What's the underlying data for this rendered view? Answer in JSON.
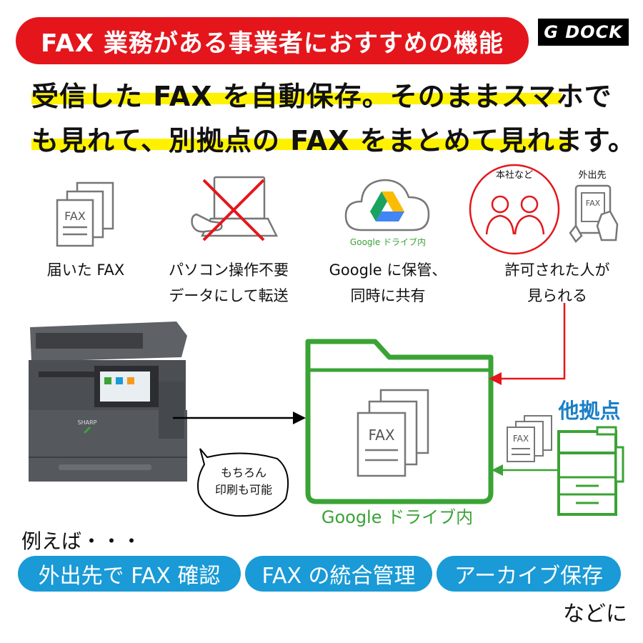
{
  "header": {
    "title": "FAX 業務がある事業者におすすめの機能",
    "brand": "G DOCK"
  },
  "headline": {
    "line1": "受信した FAX を自動保存。そのままスマホで",
    "line2": "も見れて、別拠点の FAX をまとめて見れます。"
  },
  "features": [
    {
      "lines": [
        "届いた FAX"
      ],
      "icon": "fax-documents-icon",
      "icon_text": "FAX"
    },
    {
      "lines": [
        "パソコン操作不要",
        "データにして転送"
      ],
      "icon": "no-pc-operation-icon"
    },
    {
      "lines": [
        "Google に保管、",
        "同時に共有"
      ],
      "icon": "google-drive-cloud-icon",
      "icon_caption": "Google ドライブ内"
    },
    {
      "lines": [
        "許可された人が",
        "見られる"
      ],
      "icon": "authorized-people-icon",
      "circle_label": "本社など",
      "tablet_label": "外出先",
      "tablet_text": "FAX"
    }
  ],
  "diagram": {
    "printer_brand": "SHARP",
    "bubble_line1": "もちろん",
    "bubble_line2": "印刷も可能",
    "folder_label": "Google ドライブ内",
    "folder_fax": "FAX",
    "branch_label": "他拠点",
    "branch_fax": "FAX"
  },
  "examples": {
    "lead": "例えば・・・",
    "pills": [
      "外出先で FAX 確認",
      "FAX の統合管理",
      "アーカイブ保存"
    ],
    "tail": "などに"
  },
  "colors": {
    "red": "#e4161c",
    "yellow": "#fff200",
    "green": "#3aa335",
    "blue": "#1a9ad6",
    "branch_blue": "#1a7fc7"
  }
}
